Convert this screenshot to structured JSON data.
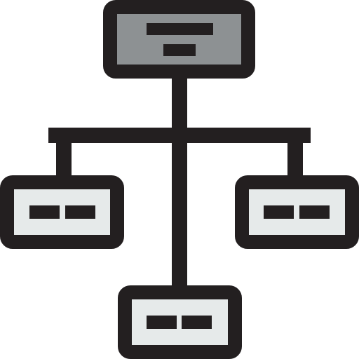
{
  "icon": {
    "name": "hierarchy-org-chart-icon",
    "nodes": [
      {
        "id": "root",
        "name": "root-node"
      },
      {
        "id": "left",
        "name": "left-child-node"
      },
      {
        "id": "right",
        "name": "right-child-node"
      },
      {
        "id": "bottom",
        "name": "bottom-child-node"
      }
    ],
    "edges": [
      {
        "from": "root",
        "to": "left"
      },
      {
        "from": "root",
        "to": "right"
      },
      {
        "from": "root",
        "to": "bottom"
      }
    ]
  },
  "colors": {
    "outline": "#231f20",
    "root_fill": "#8d9193",
    "child_fill": "#e6eaea",
    "background": "#ffffff"
  }
}
